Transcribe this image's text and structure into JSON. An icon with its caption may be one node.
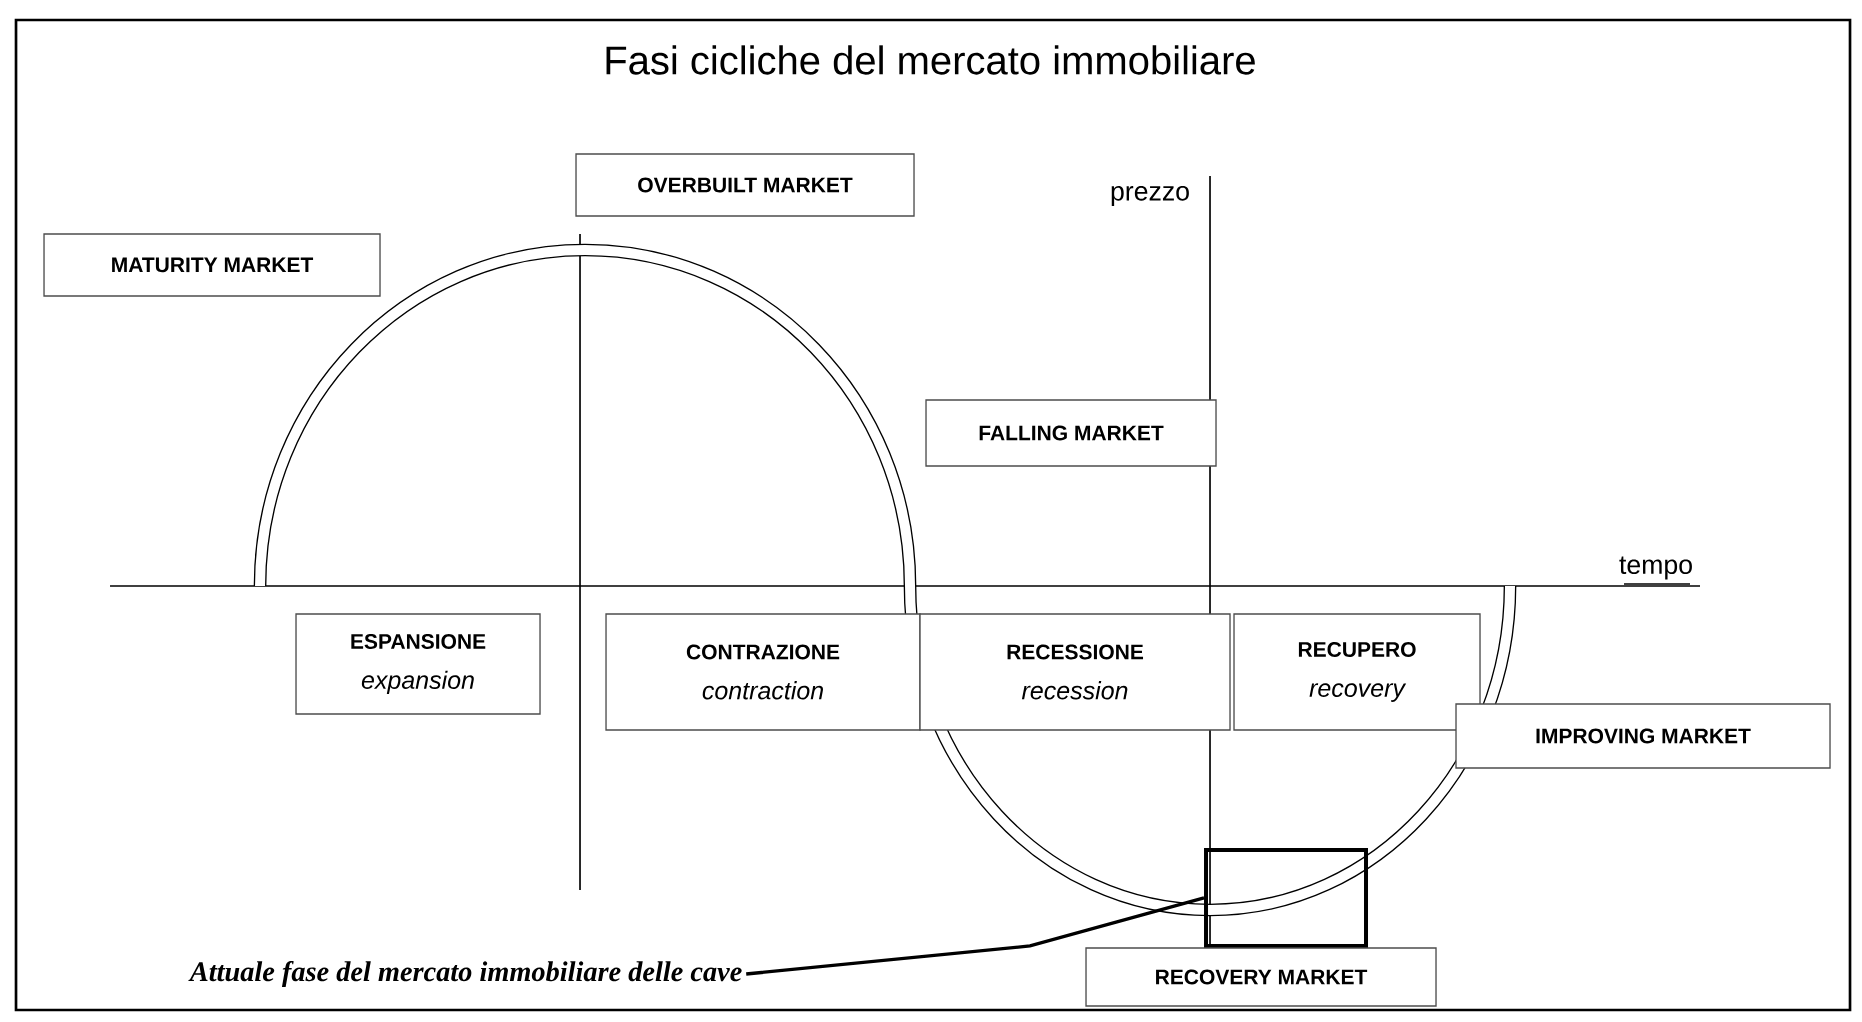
{
  "diagram": {
    "title": "Fasi cicliche del mercato immobiliare",
    "nodes": [
      {
        "text": [
          "OVERBUILT MARKET"
        ]
      },
      {
        "text": [
          "MATURITY MARKET"
        ]
      },
      {
        "text": [
          "FALLING MARKET"
        ]
      },
      {
        "text": [
          "ESPANSIONE",
          "expansion"
        ]
      },
      {
        "text": [
          "CONTRAZIONE",
          "contraction"
        ]
      },
      {
        "text": [
          "RECESSIONE",
          "recession"
        ]
      },
      {
        "text": [
          "RECUPERO",
          "recovery"
        ]
      },
      {
        "text": [
          "IMPROVING MARKET"
        ]
      },
      {
        "text": [
          "Attuale fase del mercato immobiliare delle cave"
        ]
      },
      {
        "text": [],
        "shape": "box"
      },
      {
        "text": [
          "RECOVERY MARKET"
        ]
      }
    ],
    "edges": [
      {
        "from": 8,
        "to": 9,
        "arrow": "none"
      }
    ],
    "labels": [
      "prezzo",
      "tempo"
    ]
  }
}
